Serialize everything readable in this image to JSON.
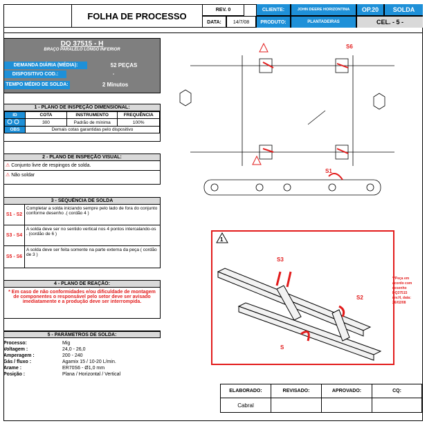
{
  "header": {
    "title": "FOLHA DE PROCESSO",
    "rev_label": "REV. 0",
    "data_label": "DATA:",
    "data_value": "14/7/08",
    "cliente_label": "CLIENTE:",
    "cliente_value": "JOHN DEERE HORIZONTINA",
    "produto_label": "PRODUTO:",
    "produto_value": "PLANTADEIRAS",
    "op_label": "OP.20",
    "op_type": "SOLDA",
    "cel_label": "CEL. - 5 -"
  },
  "part": {
    "code": "DQ 37515 - H",
    "name": "BRAÇO PARALELO LONGO INFERIOR",
    "demanda_label": "DEMANDA DIÁRIA (MÉDIA):",
    "demanda_value": "52 PEÇAS",
    "dispositivo_label": "DISPOSITIVO COD.:",
    "dispositivo_value": "-",
    "tempo_label": "TEMPO MÉDIO DE SOLDA:",
    "tempo_value": "2 Minutos"
  },
  "plano_dimensional": {
    "title": "1 - PLANO DE INSPEÇÃO DIMENSIONAL:",
    "headers": [
      "ID",
      "COTA",
      "INSTRUMENTO",
      "FREQUÊNCIA"
    ],
    "row": [
      "300",
      "Padrão de mínima",
      "100%"
    ],
    "obs_label": "OBS",
    "obs_value": "Demais cotas garantidas pelo dispositivo"
  },
  "plano_visual": {
    "title": "2 - PLANO DE INSPEÇÃO VISUAL:",
    "items": [
      "Conjunto livre  de respingos de solda.",
      "Não soldar"
    ]
  },
  "sequencia": {
    "title": "3 - SEQUÊNCIA DE SOLDA",
    "rows": [
      {
        "id": "S1 - S2",
        "text": "Completar a solda iniciando sempre pelo lado de fora do conjunto conforme desenho .( cordão 4 )"
      },
      {
        "id": "S3 - S4",
        "text": "A solda deve ser no sentido vertical nos 4 pontos intercalando-os . (cordão de 6 )"
      },
      {
        "id": "S5 - S6",
        "text": "A solda deve ser feita somente na parte externa da peça ( cordão de 3 )"
      }
    ]
  },
  "reacao": {
    "title": "4 - PLANO DE REAÇÃO:",
    "text": "* Em caso de não conformidades e/ou dificuldade de montagem de componentes o responsável pelo setor deve ser avisado imediatamente e a produção deve ser interrompida."
  },
  "parametros": {
    "title": "5 - PARÂMETROS DE SOLDA:",
    "rows": [
      {
        "label": "Processo:",
        "value": "Mig"
      },
      {
        "label": "Voltagem :",
        "value": "24,0 - 26,0"
      },
      {
        "label": "Amperagem :",
        "value": "200 - 240"
      },
      {
        "label": "Gás / fluxo :",
        "value": "Agamix 15 /  10-20  L/min."
      },
      {
        "label": "Arame :",
        "value": "ER70S6 - Ø1,0 mm"
      },
      {
        "label": "Posição :",
        "value": "Plana / Horizontal / Vertical"
      }
    ]
  },
  "note": "**Peça em acordo com desenho DQ37515 rev.H, data: 26/02/08",
  "labels": {
    "s6": "S6",
    "s1": "S1",
    "s2": "S2",
    "s3": "S3",
    "s": "S",
    "tri": "1"
  },
  "signatures": {
    "elaborado": "ELABORADO:",
    "revisado": "REVISADO:",
    "aprovado": "APROVADO:",
    "cq": "CQ:",
    "elaborado_value": "Cabral"
  }
}
